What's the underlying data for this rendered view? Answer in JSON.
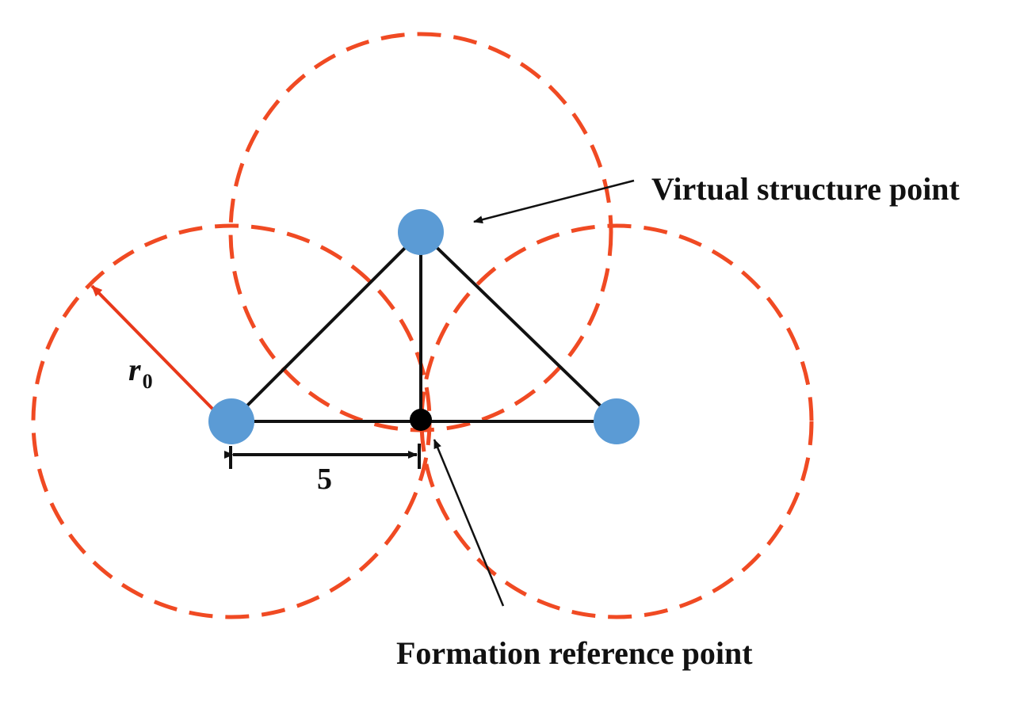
{
  "labels": {
    "virtual_structure_point": "Virtual structure point",
    "formation_reference_point": "Formation reference point",
    "distance": "5",
    "radius_symbol": "r",
    "radius_subscript": "0"
  },
  "colors": {
    "circle_dash": "#f04a23",
    "radius_arrow": "#e8381a",
    "node_fill": "#5b9bd5",
    "edge": "#111111",
    "reference_point": "#000000"
  }
}
